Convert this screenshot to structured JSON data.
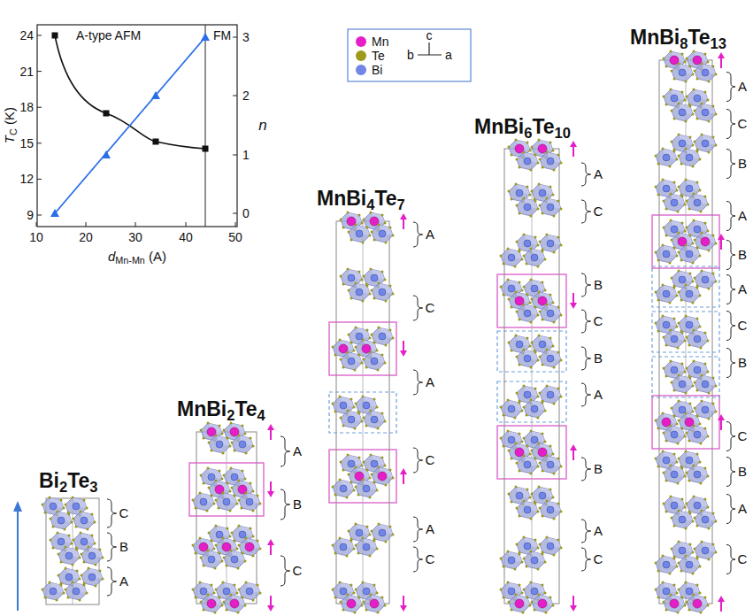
{
  "diagram": {
    "nodes": [
      {
        "text": [
          "Bi2Te3"
        ]
      },
      {
        "text": [
          "MnBi2Te4"
        ]
      },
      {
        "text": [
          "MnBi4Te7"
        ]
      },
      {
        "text": [
          "MnBi6Te10"
        ]
      },
      {
        "text": [
          "MnBi8Te13"
        ]
      }
    ],
    "labels": [
      "A-type AFM",
      "FM",
      "TC (K)",
      "24",
      "21",
      "18",
      "15",
      "12",
      "9",
      "10",
      "20",
      "30",
      "40",
      "50",
      "dMn-Mn (A)",
      "n",
      "3",
      "2",
      "1",
      "0",
      "c",
      "b",
      "a",
      "C",
      "B",
      "A",
      "A",
      "B",
      "C",
      "A",
      "C",
      "A",
      "C",
      "A",
      "C",
      "A",
      "C",
      "B",
      "C",
      "B",
      "A",
      "B",
      "A",
      "C",
      "A",
      "C",
      "B",
      "A",
      "B",
      "A",
      "C",
      "B",
      "C",
      "B",
      "A",
      "C"
    ],
    "legend": [
      {
        "text": "Mn",
        "color": "#e61ec8"
      },
      {
        "text": "Te",
        "color": "#9c9a1a"
      },
      {
        "text": "Bi",
        "color": "#7186e6"
      }
    ]
  }
}
